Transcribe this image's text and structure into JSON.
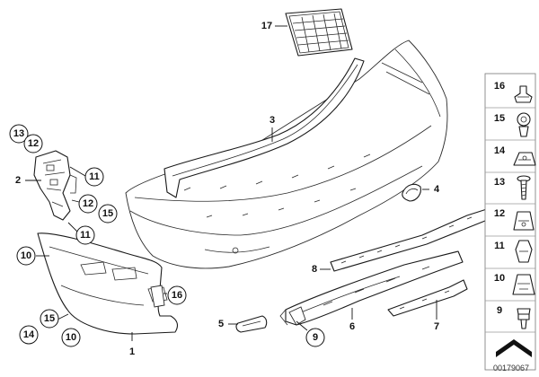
{
  "diagram_number": "00179067",
  "callouts": [
    {
      "label": "17",
      "circled": false
    },
    {
      "label": "3",
      "circled": false
    },
    {
      "label": "13",
      "circled": true
    },
    {
      "label": "12",
      "circled": true
    },
    {
      "label": "2",
      "circled": false
    },
    {
      "label": "11",
      "circled": true
    },
    {
      "label": "12",
      "circled": true
    },
    {
      "label": "15",
      "circled": true
    },
    {
      "label": "11",
      "circled": true
    },
    {
      "label": "4",
      "circled": false
    },
    {
      "label": "10",
      "circled": true
    },
    {
      "label": "16",
      "circled": true
    },
    {
      "label": "8",
      "circled": false
    },
    {
      "label": "15",
      "circled": true
    },
    {
      "label": "14",
      "circled": true
    },
    {
      "label": "10",
      "circled": true
    },
    {
      "label": "1",
      "circled": false
    },
    {
      "label": "5",
      "circled": false
    },
    {
      "label": "9",
      "circled": true
    },
    {
      "label": "6",
      "circled": false
    },
    {
      "label": "7",
      "circled": false
    }
  ],
  "legend": [
    {
      "label": "16",
      "icon": "push-clip-icon"
    },
    {
      "label": "15",
      "icon": "expanding-rivet-icon"
    },
    {
      "label": "14",
      "icon": "spring-nut-icon"
    },
    {
      "label": "13",
      "icon": "screw-icon"
    },
    {
      "label": "12",
      "icon": "clip-nut-icon"
    },
    {
      "label": "11",
      "icon": "spreader-nut-icon"
    },
    {
      "label": "10",
      "icon": "speed-nut-icon"
    },
    {
      "label": "9",
      "icon": "plastic-rivet-icon"
    }
  ],
  "footer_icon": "chevron-arrow-icon"
}
